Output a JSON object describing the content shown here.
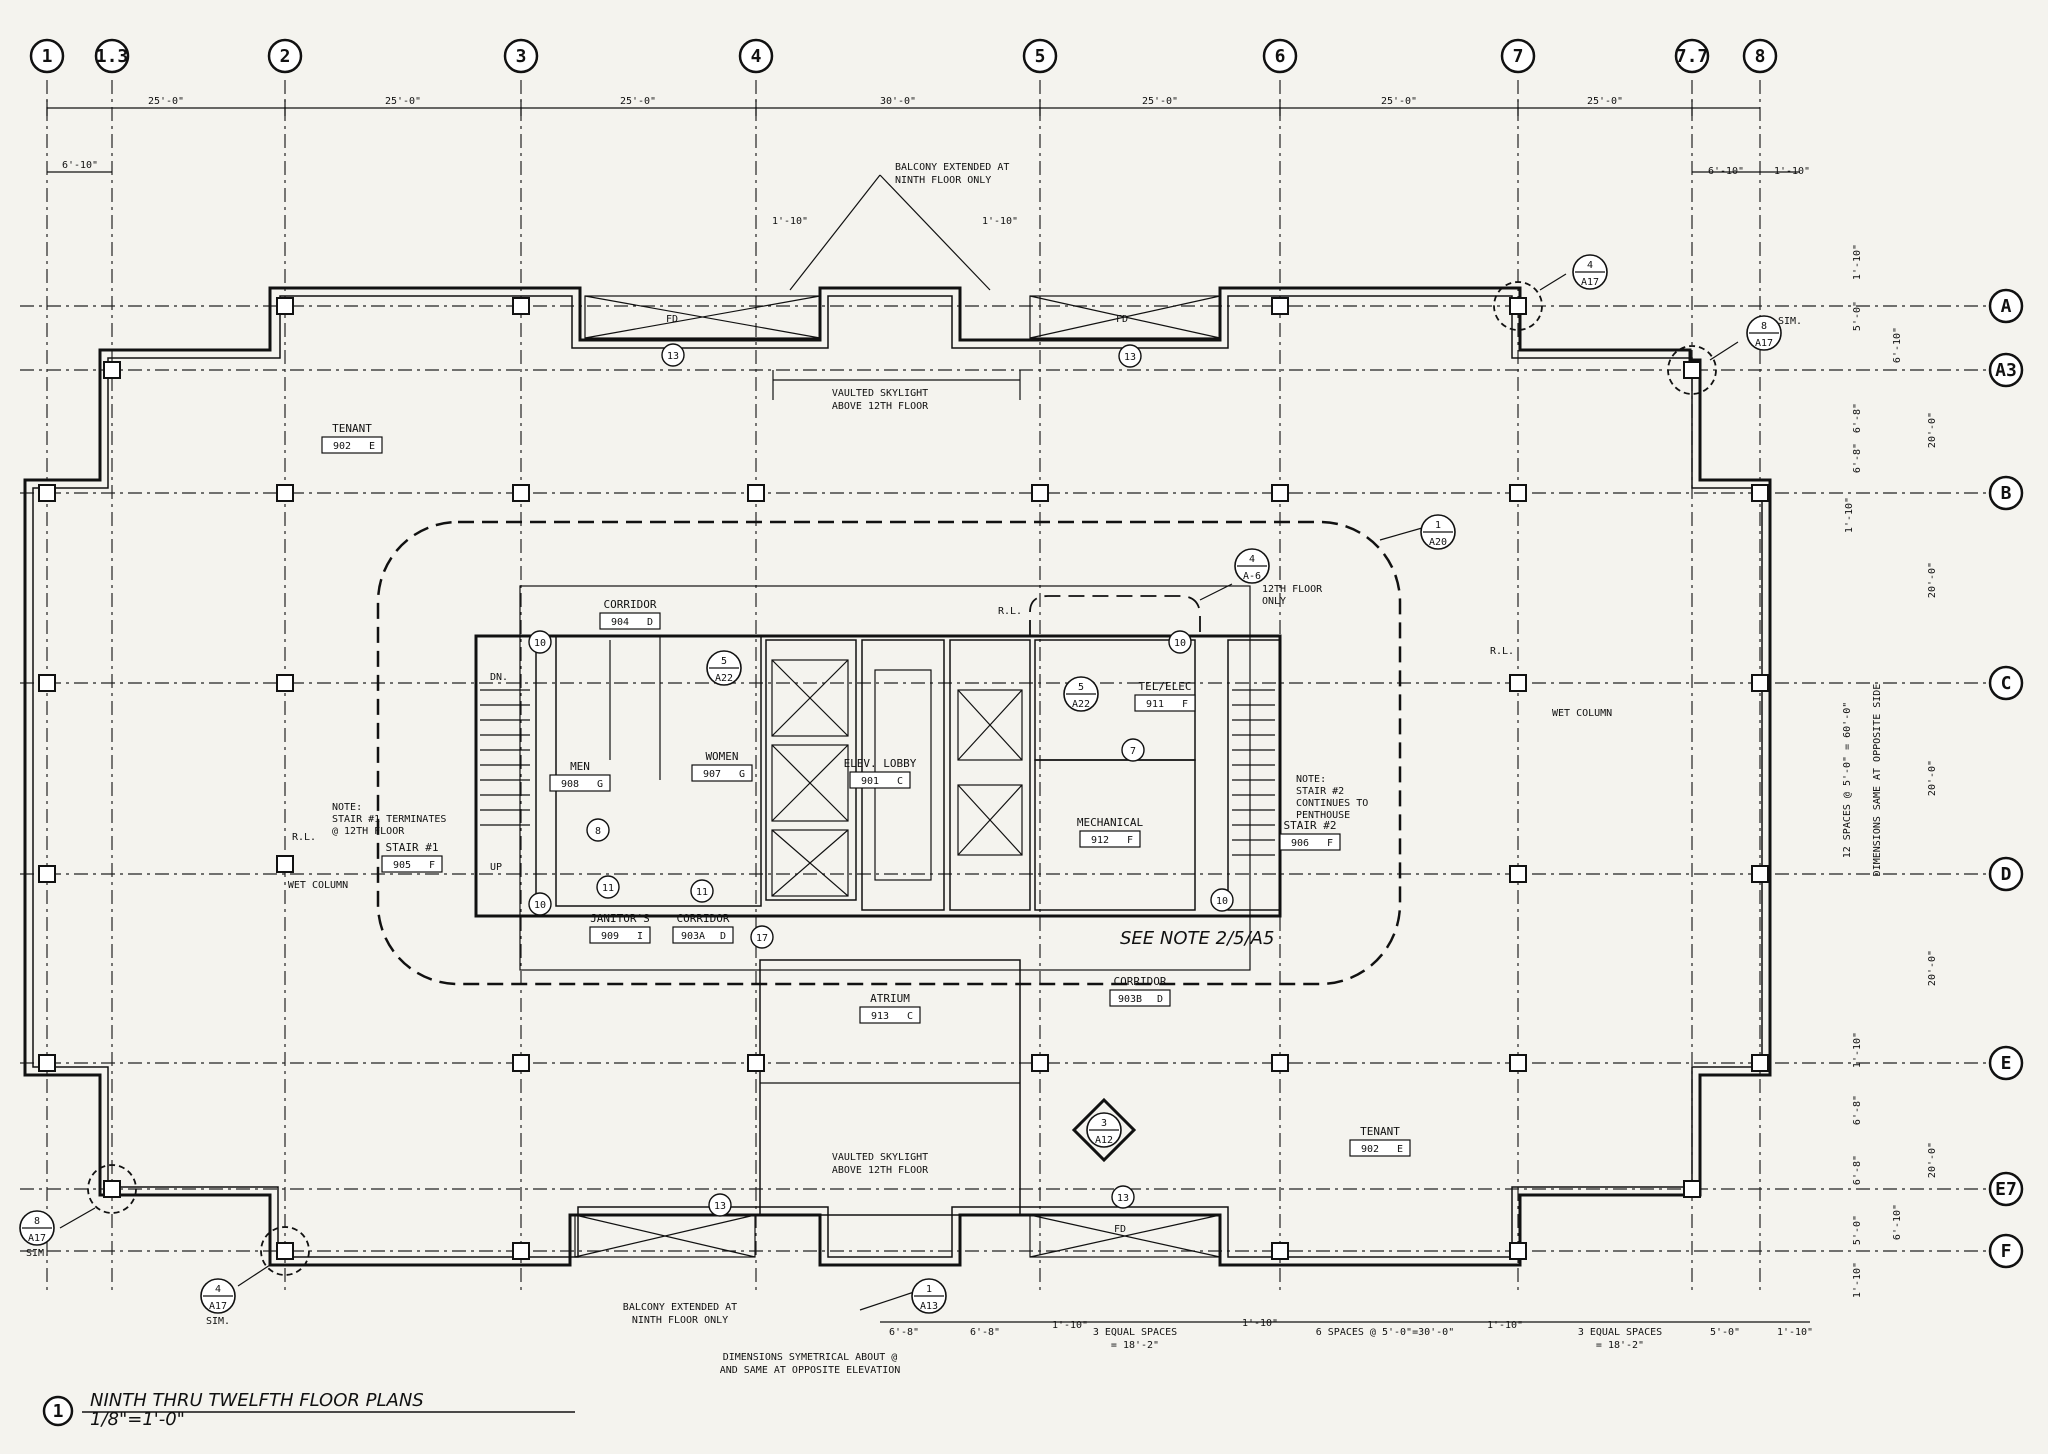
{
  "drawing": {
    "title": "NINTH THRU TWELFTH FLOOR PLANS",
    "scale": "1/8\"=1'-0\"",
    "title_number": "1"
  },
  "column_grid": {
    "labels": [
      "1",
      "1.3",
      "2",
      "3",
      "4",
      "5",
      "6",
      "7",
      "7.7",
      "8"
    ],
    "spacings": [
      "25'-0\"",
      "25'-0\"",
      "25'-0\"",
      "30'-0\"",
      "25'-0\"",
      "25'-0\"",
      "25'-0\""
    ],
    "offset_left": "6'-10\"",
    "offset_right": "6'-10\"",
    "offset_right_small": "1'-10\""
  },
  "row_grid": {
    "labels": [
      "A",
      "A3",
      "B",
      "C",
      "D",
      "E",
      "E7",
      "F"
    ],
    "spacings": [
      "20'-0\"",
      "20'-0\"",
      "20'-0\"",
      "20'-0\"",
      "20'-0\""
    ],
    "small_dims": [
      "1'-10\"",
      "5'-0\"",
      "6'-10\"",
      "6'-8\"",
      "6'-8\"",
      "1'-10\"",
      "1'-10\"",
      "6'-8\"",
      "6'-8\"",
      "5'-0\"",
      "6'-10\"",
      "1'-10\""
    ],
    "side_note_1": "12 SPACES @ 5'-0\" = 60'-0\"",
    "side_note_2": "DIMENSIONS SAME AT OPPOSITE SIDE"
  },
  "rooms": [
    {
      "name": "TENANT",
      "number": "902",
      "code": "E"
    },
    {
      "name": "TENANT",
      "number": "902",
      "code": "E"
    },
    {
      "name": "CORRIDOR",
      "number": "904",
      "code": "D"
    },
    {
      "name": "MEN",
      "number": "908",
      "code": "G"
    },
    {
      "name": "WOMEN",
      "number": "907",
      "code": "G"
    },
    {
      "name": "ELEV. LOBBY",
      "number": "901",
      "code": "C"
    },
    {
      "name": "TEL/ELEC",
      "number": "911",
      "code": "F"
    },
    {
      "name": "MECHANICAL",
      "number": "912",
      "code": "F"
    },
    {
      "name": "JANITOR'S",
      "number": "909",
      "code": "I"
    },
    {
      "name": "CORRIDOR",
      "number": "903A",
      "code": "D"
    },
    {
      "name": "STAIR #1",
      "number": "905",
      "code": "F"
    },
    {
      "name": "STAIR #2",
      "number": "906",
      "code": "F"
    },
    {
      "name": "ATRIUM",
      "number": "913",
      "code": "C"
    },
    {
      "name": "CORRIDOR",
      "number": "903B",
      "code": "D"
    }
  ],
  "notes": {
    "balcony_top": [
      "BALCONY EXTENDED AT",
      "NINTH FLOOR ONLY"
    ],
    "balcony_bottom": [
      "BALCONY EXTENDED AT",
      "NINTH FLOOR ONLY"
    ],
    "skylight_top": [
      "VAULTED SKYLIGHT",
      "ABOVE 12TH FLOOR"
    ],
    "skylight_bottom": [
      "VAULTED SKYLIGHT",
      "ABOVE 12TH FLOOR"
    ],
    "stair1": [
      "NOTE:",
      "STAIR #1 TERMINATES",
      "@ 12TH FLOOR"
    ],
    "stair2": [
      "NOTE:",
      "STAIR #2",
      "CONTINUES TO",
      "PENTHOUSE"
    ],
    "twelfth_only": [
      "12TH FLOOR",
      "ONLY"
    ],
    "wet_column": "WET COLUMN",
    "rl": "R.L.",
    "see_note": "SEE NOTE 2/5/A5",
    "symmetry": [
      "DIMENSIONS SYMETRICAL ABOUT @",
      "AND SAME AT OPPOSITE ELEVATION"
    ],
    "fd": "FD",
    "dn": "DN.",
    "up": "UP"
  },
  "bottom_dims": [
    "6'-8\"",
    "6'-8\"",
    "1'-10\"",
    "3 EQUAL SPACES",
    "= 18'-2\"",
    "1'-10\"",
    "6 SPACES @ 5'-0\"=30'-0\"",
    "1'-10\"",
    "3 EQUAL SPACES",
    "= 18'-2\"",
    "5'-0\"",
    "1'-10\""
  ],
  "top_dims": [
    "1'-10\"",
    "1'-10\""
  ],
  "detail_refs": {
    "d4_a17": [
      "4",
      "A17"
    ],
    "d8_a17": [
      "8",
      "A17"
    ],
    "d1_a20": [
      "1",
      "A20"
    ],
    "d4_a6": [
      "4",
      "A-6"
    ],
    "d5_a22": [
      "5",
      "A22"
    ],
    "d5_a22b": [
      "5",
      "A22"
    ],
    "d3_a12": [
      "3",
      "A12"
    ],
    "d1_a13": [
      "1",
      "A13"
    ],
    "sim": "SIM.",
    "tags": [
      "13",
      "13",
      "13",
      "13",
      "10",
      "10",
      "10",
      "10",
      "11",
      "11",
      "7",
      "8",
      "17"
    ]
  }
}
